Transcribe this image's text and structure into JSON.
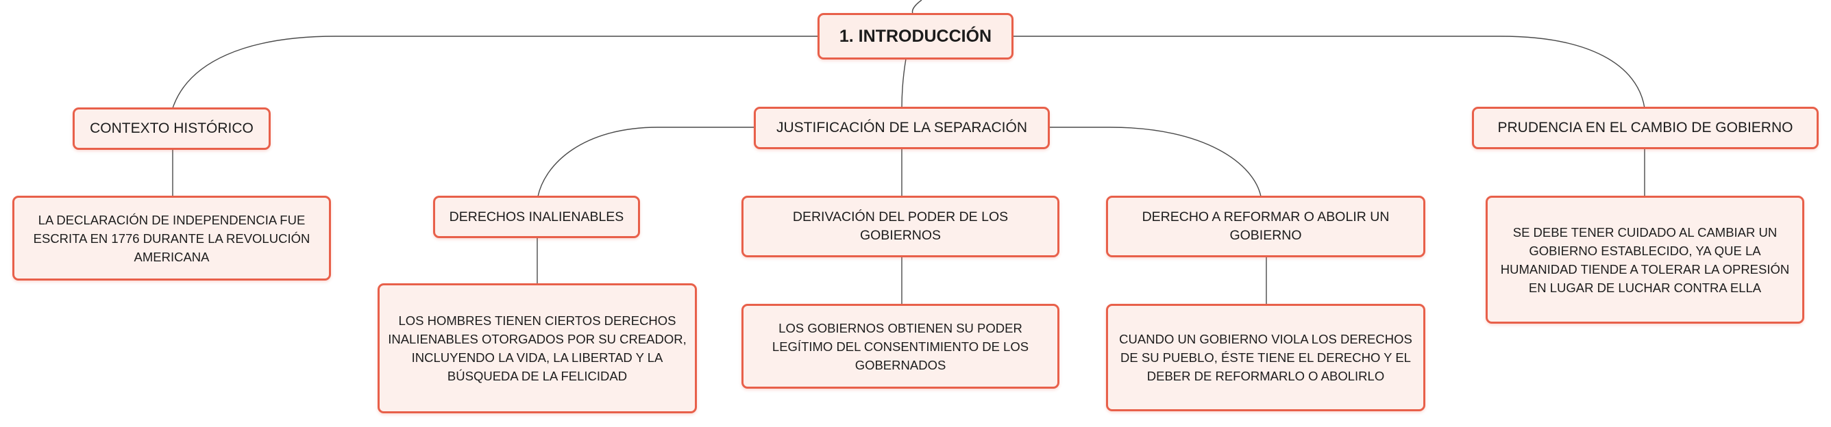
{
  "root": {
    "label": "1. INTRODUCCIÓN"
  },
  "topics": [
    {
      "label": "CONTEXTO HISTÓRICO",
      "details": [
        "LA DECLARACIÓN DE INDEPENDENCIA FUE ESCRITA EN 1776 DURANTE LA REVOLUCIÓN AMERICANA"
      ]
    },
    {
      "label": "JUSTIFICACIÓN DE LA SEPARACIÓN",
      "subtopics": [
        {
          "label": "DERECHOS INALIENABLES",
          "detail": "LOS HOMBRES TIENEN CIERTOS DERECHOS INALIENABLES OTORGADOS POR SU CREADOR, INCLUYENDO LA VIDA, LA LIBERTAD Y LA BÚSQUEDA DE LA FELICIDAD"
        },
        {
          "label": "DERIVACIÓN DEL PODER DE LOS GOBIERNOS",
          "detail": "LOS GOBIERNOS OBTIENEN SU PODER LEGÍTIMO DEL CONSENTIMIENTO DE LOS GOBERNADOS"
        },
        {
          "label": "DERECHO A REFORMAR O ABOLIR UN GOBIERNO",
          "detail": "CUANDO UN GOBIERNO VIOLA LOS DERECHOS DE SU PUEBLO, ÉSTE TIENE EL DERECHO Y EL DEBER DE REFORMARLO O ABOLIRLO"
        }
      ]
    },
    {
      "label": "PRUDENCIA EN EL CAMBIO DE GOBIERNO",
      "details": [
        "SE DEBE TENER CUIDADO AL CAMBIAR UN GOBIERNO ESTABLECIDO, YA QUE LA HUMANIDAD TIENDE A TOLERAR LA OPRESIÓN EN LUGAR DE LUCHAR CONTRA ELLA"
      ]
    }
  ],
  "colors": {
    "border": "#e8604a",
    "fill": "#fdf0ec",
    "connector": "#4a4a4a",
    "text": "#1c1c1c"
  }
}
